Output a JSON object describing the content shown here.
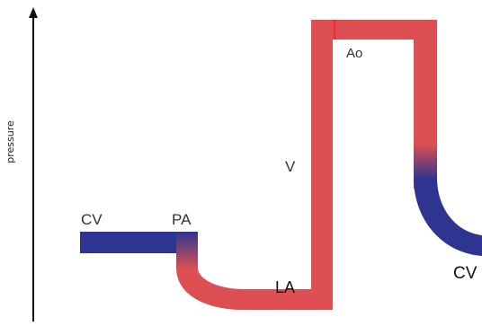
{
  "axis": {
    "label": "pressure"
  },
  "labels": {
    "cv_left": "CV",
    "pa": "PA",
    "v": "V",
    "ao": "Ao",
    "la": "LA",
    "cv_right": "CV"
  },
  "colors": {
    "oxygenated": "#dd4f52",
    "deoxygenated": "#2e3590",
    "background": "#ffffff",
    "axis": "#111111"
  }
}
